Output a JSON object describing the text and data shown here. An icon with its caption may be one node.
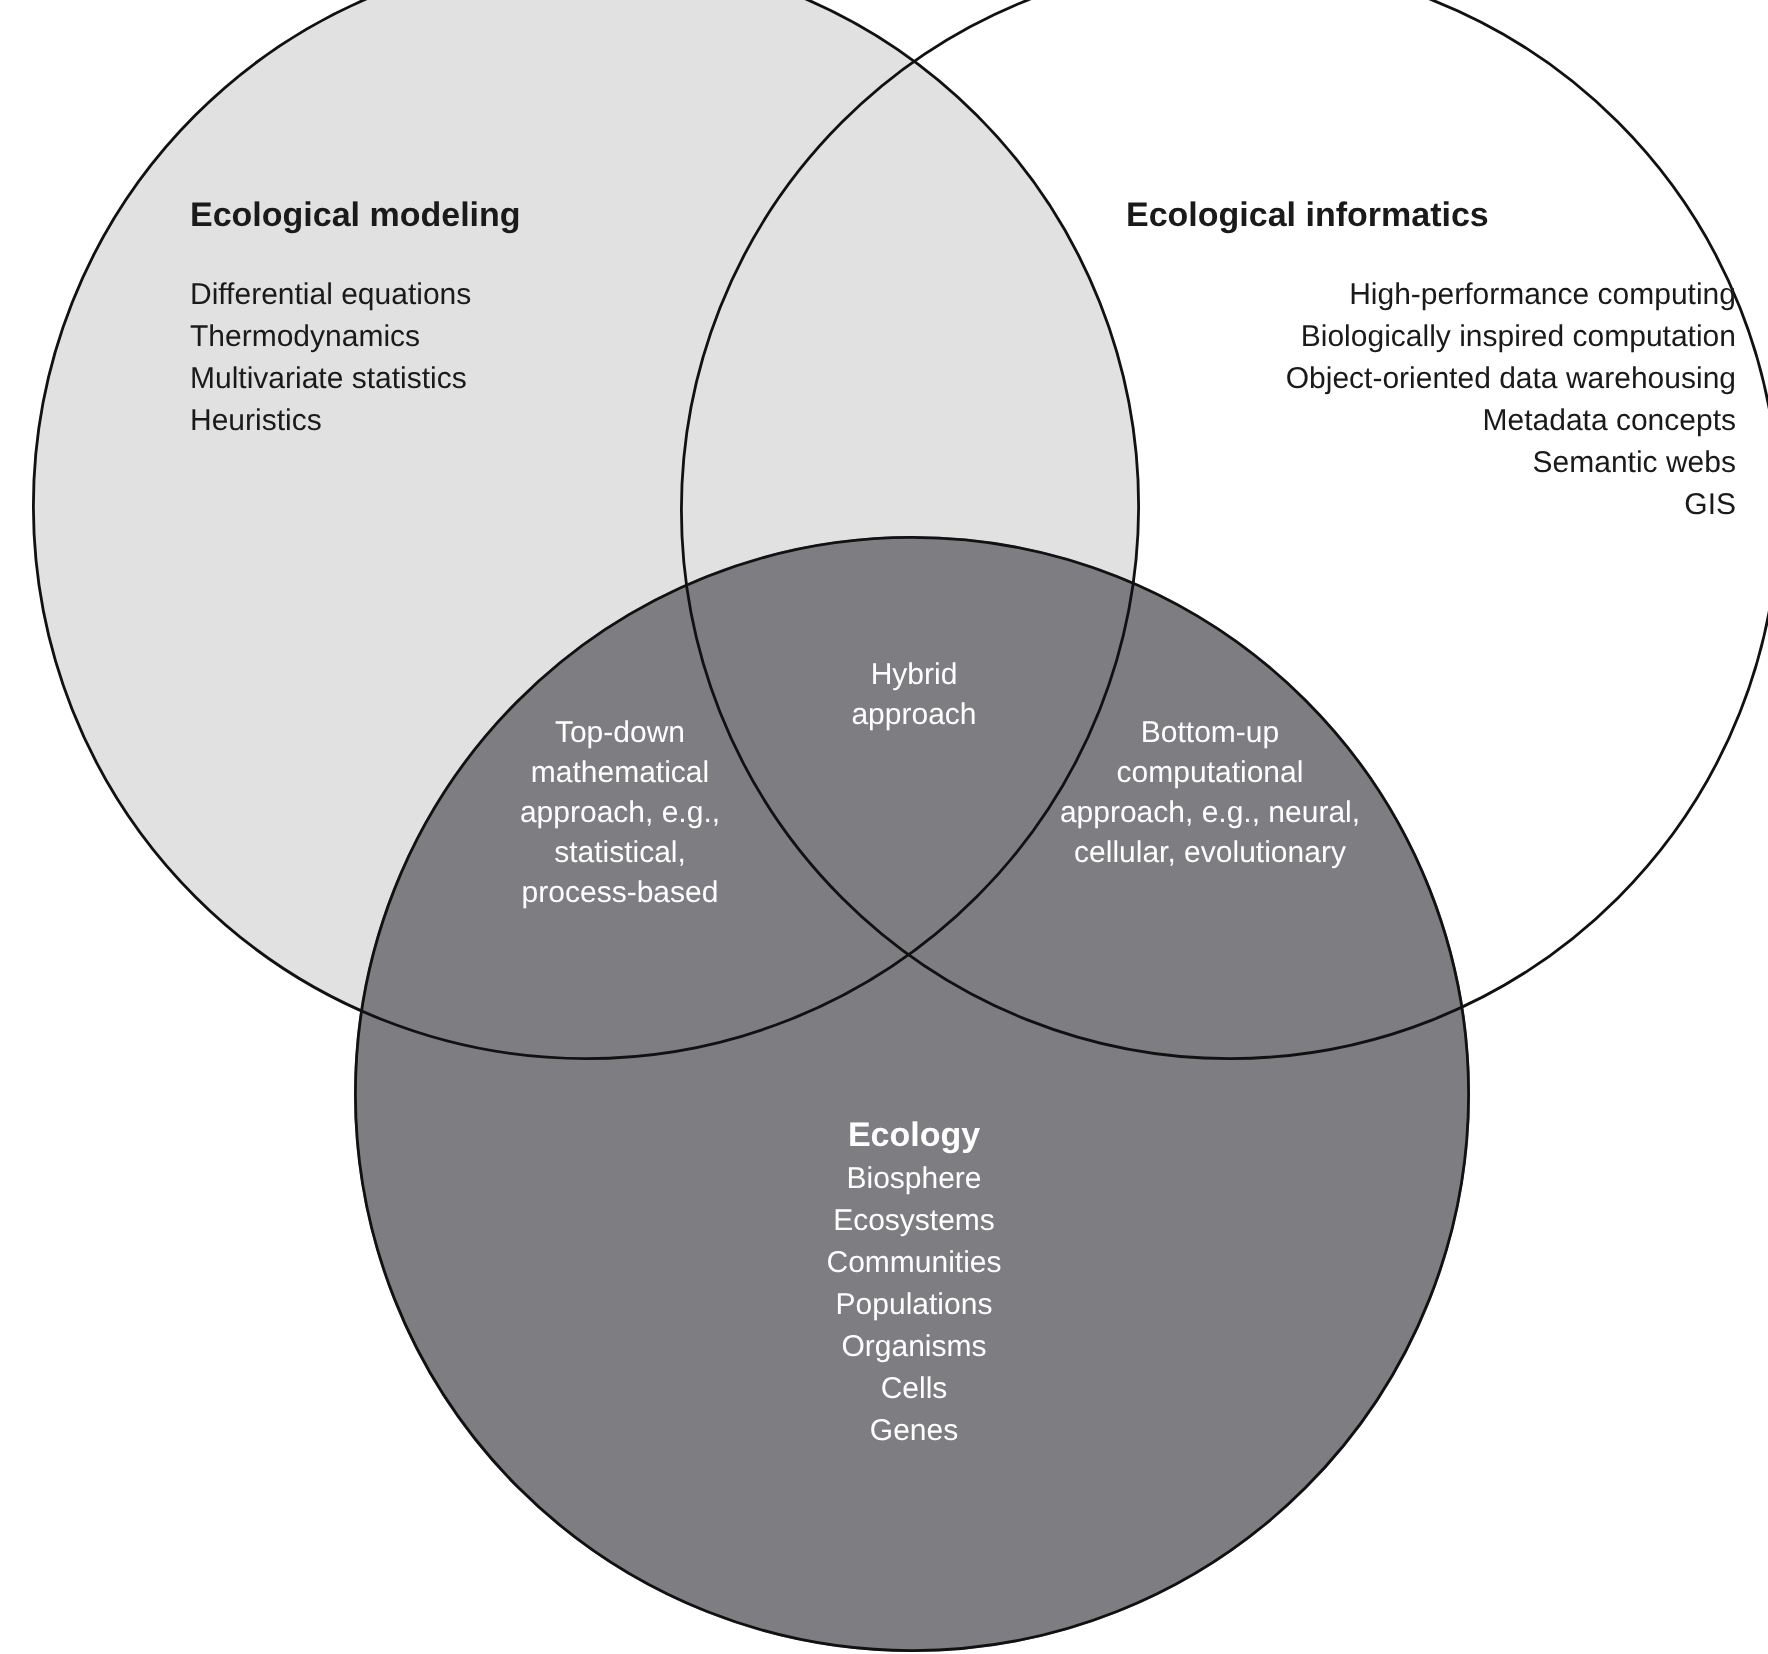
{
  "diagram": {
    "nodes": [
      {
        "text": [
          "Ecological modeling",
          "Differential equations",
          "Thermodynamics",
          "Multivariate statistics",
          "Heuristics"
        ]
      },
      {
        "text": [
          "Ecological informatics",
          "High-performance computing",
          "Biologically inspired computation",
          "Object-oriented data warehousing",
          "Metadata concepts",
          "Semantic webs",
          "GIS"
        ]
      },
      {
        "text": [
          "Ecology",
          "Biosphere",
          "Ecosystems",
          "Communities",
          "Populations",
          "Organisms",
          "Cells",
          "Genes"
        ]
      }
    ],
    "edges": [],
    "labels": [
      "Hybrid approach",
      "Top-down mathematical approach, e.g., statistical, process-based",
      "Bottom-up computational approach, e.g., neural, cellular, evolutionary"
    ]
  }
}
